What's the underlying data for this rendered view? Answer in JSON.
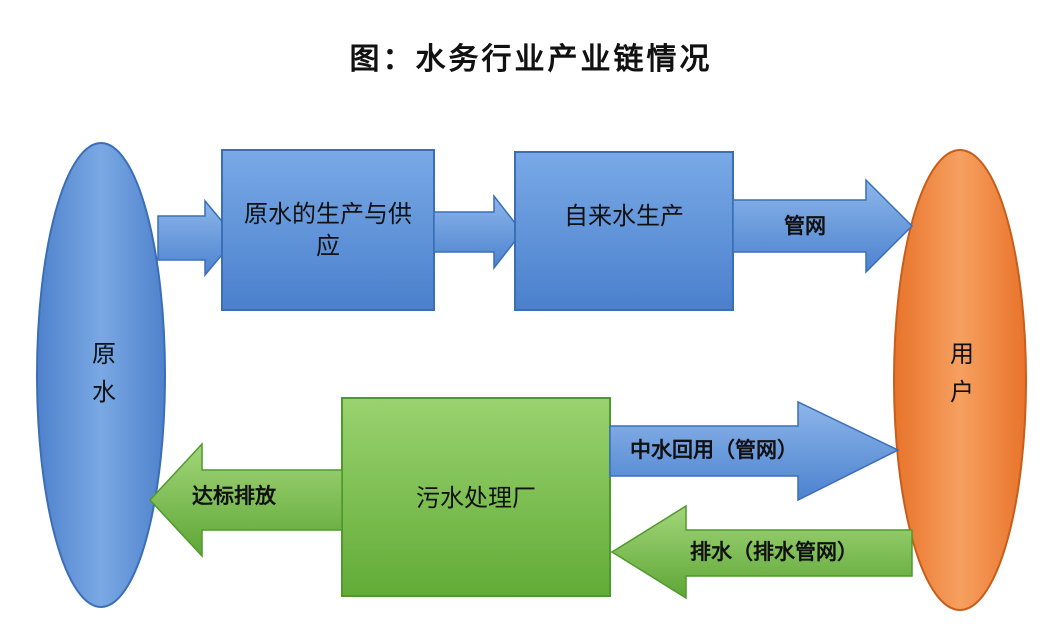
{
  "title": "图：水务行业产业链情况",
  "nodes": {
    "source_water": "原水",
    "user": "用户",
    "raw_water_supply": "原水的生产与供应",
    "tap_water_production": "自来水生产",
    "sewage_plant": "污水处理厂"
  },
  "arrows": {
    "pipe_network": "管网",
    "reclaimed_water": "中水回用（管网）",
    "drainage": "排水（排水管网）",
    "compliant_discharge": "达标排放"
  },
  "colors": {
    "blue_fill": "#5b8fd4",
    "blue_stroke": "#3a6fb8",
    "orange_fill": "#f08a3c",
    "green_fill": "#78c04e",
    "green_stroke": "#4f9a2c"
  }
}
